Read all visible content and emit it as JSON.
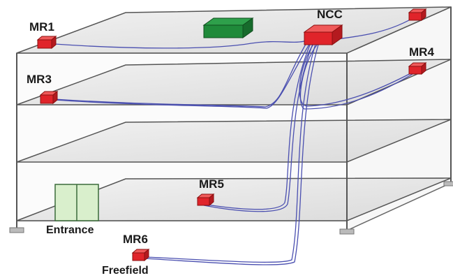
{
  "labels": {
    "mr1": "MR1",
    "ncc": "NCC",
    "mr3": "MR3",
    "mr4": "MR4",
    "mr5": "MR5",
    "mr6": "MR6",
    "entrance": "Entrance",
    "freefield": "Freefield"
  },
  "icons": {
    "node": "red-box-icon",
    "equipment": "green-box-icon",
    "entrance": "door-icon"
  },
  "colors": {
    "node_box": "#e0242a",
    "equipment_box": "#1f8a3a",
    "cable": "#4a4fb0",
    "floor": "#e4e4e4",
    "outline": "#555555",
    "entrance_fill": "#d9efcc"
  }
}
